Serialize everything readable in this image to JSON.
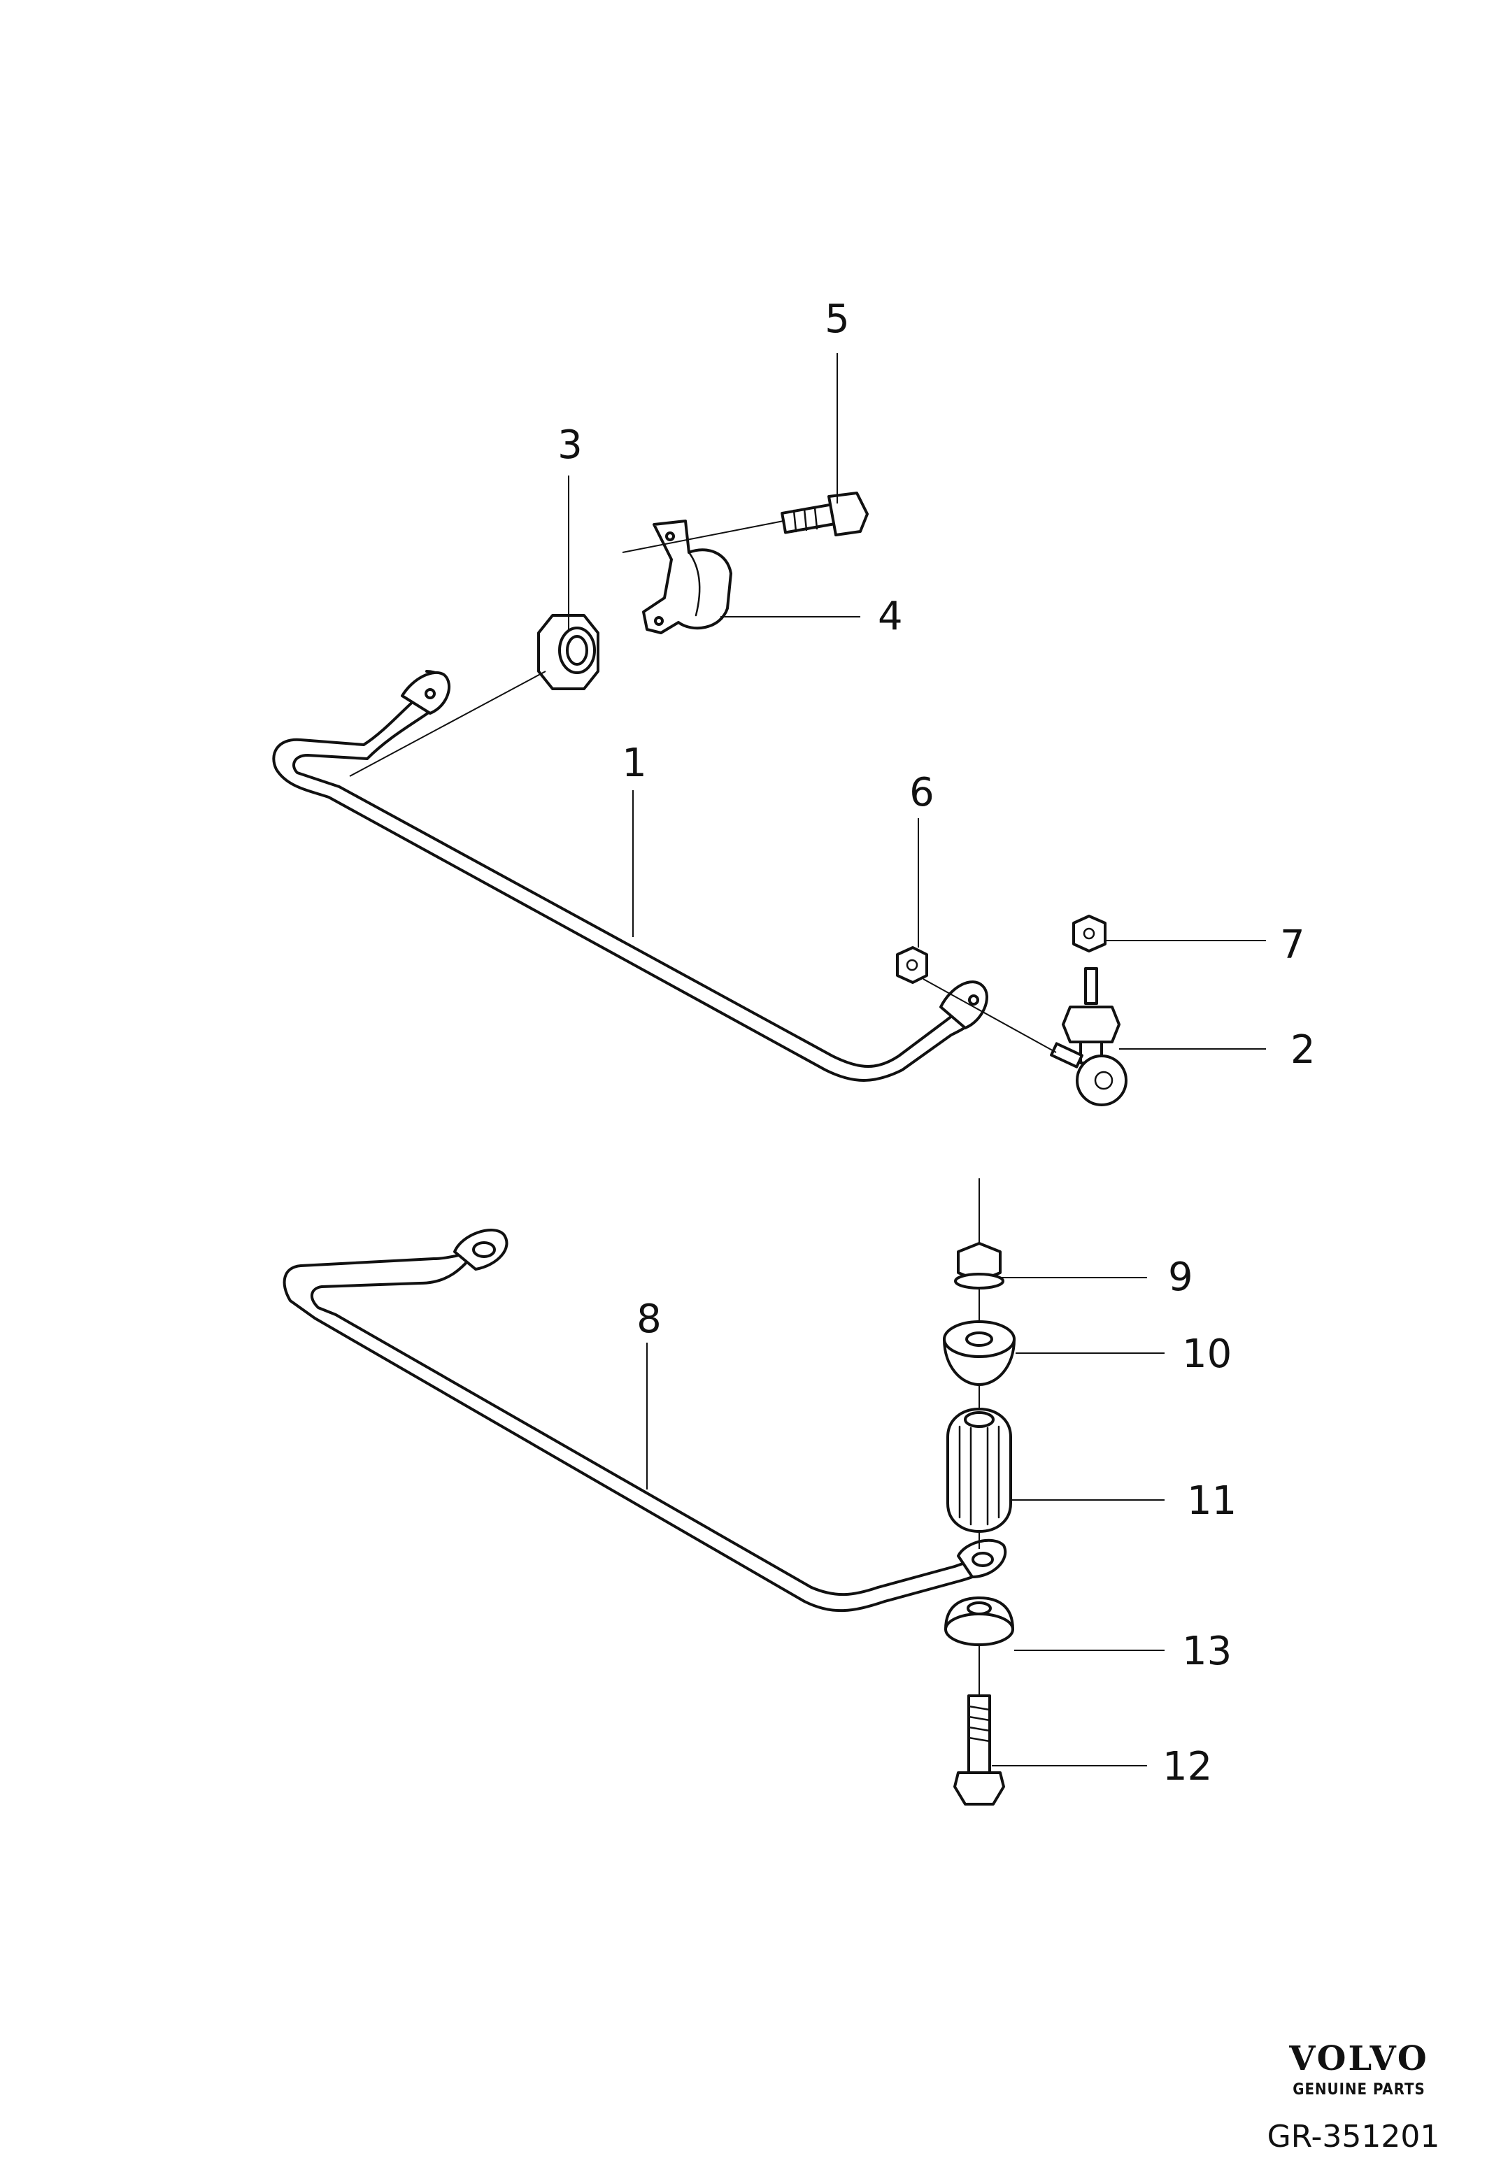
{
  "callouts": {
    "c1": "1",
    "c2": "2",
    "c3": "3",
    "c4": "4",
    "c5": "5",
    "c6": "6",
    "c7": "7",
    "c8": "8",
    "c9": "9",
    "c10": "10",
    "c11": "11",
    "c12": "12",
    "c13": "13"
  },
  "brand": {
    "name": "VOLVO",
    "tagline": "GENUINE PARTS"
  },
  "reference": "GR-351201"
}
